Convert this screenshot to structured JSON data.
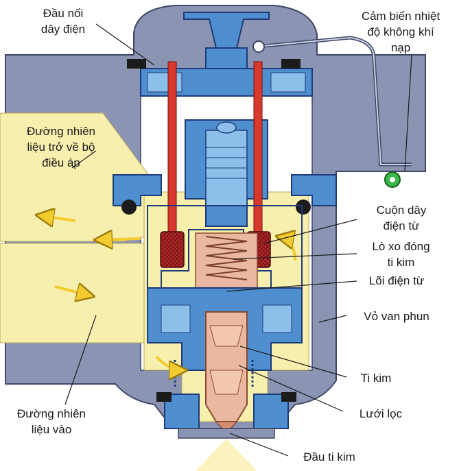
{
  "labels": {
    "connector": "Đầu nối\ndây điện",
    "air_temp_sensor": "Cảm biến nhiệt\nđộ không khí\nnạp",
    "fuel_return": "Đường nhiên\nliệu trở về bộ\nđiều áp",
    "solenoid_coil": "Cuộn dây\nđiện từ",
    "needle_spring": "Lò xo đóng\nti kim",
    "solenoid_core": "Lõi điện từ",
    "injector_body": "Vỏ van phun",
    "needle": "Ti kim",
    "filter": "Lưới lọc",
    "fuel_inlet": "Đường nhiên\nliệu vào",
    "needle_tip": "Đầu ti kim"
  },
  "colors": {
    "housing_gray": "#8b94b2",
    "housing_outline": "#3e4665",
    "fuel_yellow": "#f7efae",
    "metal_blue": "#4f8fd0",
    "metal_blue_light": "#8cc0ea",
    "coil_red": "#b42a2a",
    "wire_red": "#d9392c",
    "core_pink": "#eab8a0",
    "arrow_yellow": "#f2cb2e",
    "sensor_green": "#3db84a",
    "seal_black": "#1b1b1b"
  }
}
